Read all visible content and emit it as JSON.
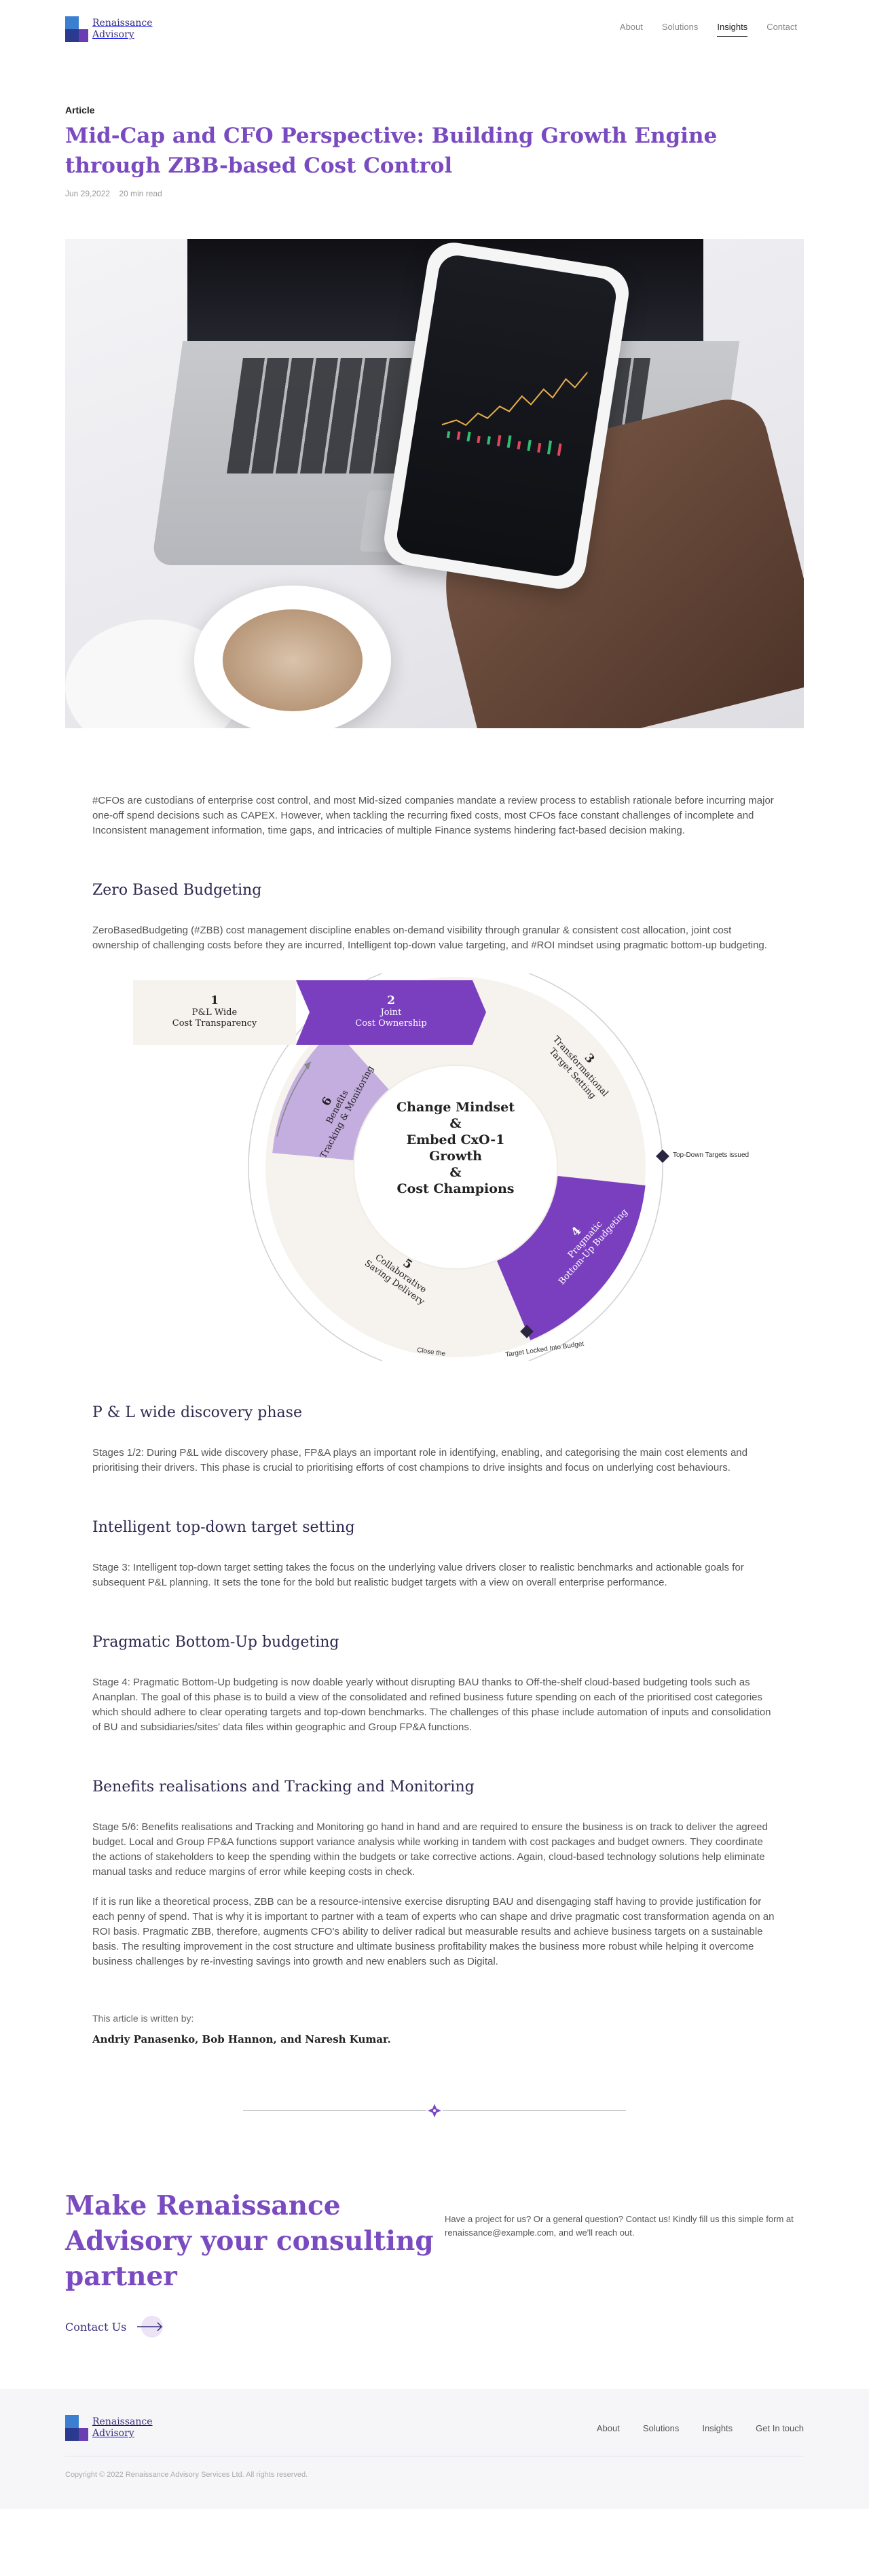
{
  "header": {
    "logo_line1": "Renaissance",
    "logo_line2": "Advisory",
    "nav": [
      {
        "label": "About"
      },
      {
        "label": "Solutions"
      },
      {
        "label": "Insights"
      },
      {
        "label": "Contact"
      }
    ]
  },
  "article": {
    "label": "Article",
    "title": "Mid-Cap and CFO Perspective: Building Growth Engine through ZBB-based Cost Control",
    "date": "Jun 29,2022",
    "read_time": "20 min read",
    "intro": "#CFOs are custodians of enterprise cost control, and most Mid-sized companies mandate a review process to establish rationale before incurring major one-off spend decisions such as CAPEX. However, when tackling the recurring fixed costs, most CFOs face constant challenges of incomplete and Inconsistent management information, time gaps, and intricacies of multiple Finance systems hindering fact-based decision making."
  },
  "sections": [
    {
      "heading": "Zero Based Budgeting",
      "text": "ZeroBasedBudgeting (#ZBB) cost management discipline enables on-demand visibility through granular & consistent cost allocation, joint cost ownership of challenging costs before they are incurred, Intelligent top-down value targeting, and #ROI mindset using pragmatic bottom-up budgeting."
    },
    {
      "heading": "P & L wide discovery phase",
      "text": "Stages 1/2: During P&L wide discovery phase, FP&A plays an important role in identifying, enabling, and categorising the main cost elements and prioritising their drivers. This phase is crucial to prioritising efforts of cost champions to drive insights and focus on underlying cost behaviours."
    },
    {
      "heading": "Intelligent top-down target setting",
      "text": "Stage 3: Intelligent top-down target setting takes the focus on the underlying value drivers closer to realistic benchmarks and actionable goals for subsequent P&L planning. It sets the tone for the bold but realistic budget targets with a view on overall enterprise performance."
    },
    {
      "heading": "Pragmatic Bottom-Up budgeting",
      "text": "Stage 4: Pragmatic Bottom-Up budgeting is now doable yearly without disrupting BAU thanks to Off-the-shelf cloud-based budgeting tools such as Ananplan. The goal of this phase is to build a view of the consolidated and refined business future spending on each of the prioritised cost categories which should adhere to clear operating targets and top-down benchmarks. The challenges of this phase include automation of inputs and consolidation of BU and subsidiaries/sites' data files within geographic and Group FP&A functions."
    },
    {
      "heading": "Benefits realisations and Tracking and Monitoring",
      "text": "Stage 5/6: Benefits realisations and Tracking and Monitoring go hand in hand and are required to ensure the business is on track to deliver the agreed budget. Local and Group FP&A functions support variance analysis while working in tandem with cost packages and budget owners. They coordinate the actions of stakeholders to keep the spending within the budgets or take corrective actions. Again, cloud-based technology solutions help eliminate manual tasks and reduce margins of error while keeping costs in check.",
      "text2": "If it is run like a theoretical process, ZBB can be a resource-intensive exercise disrupting BAU and disengaging staff having to provide justification for each penny of spend. That is why it is important to partner with a team of experts who can shape and drive pragmatic cost transformation agenda on an ROI basis. Pragmatic ZBB, therefore, augments CFO's ability to deliver radical but measurable results and achieve business targets on a sustainable basis. The resulting improvement in the cost structure and ultimate business profitability makes the business more robust while helping it overcome business challenges by re-investing savings into growth and new enablers such as Digital."
    }
  ],
  "diagram": {
    "stages": [
      {
        "num": "1",
        "line1": "P&L Wide",
        "line2": "Cost Transparency"
      },
      {
        "num": "2",
        "line1": "Joint",
        "line2": "Cost Ownership"
      },
      {
        "num": "3",
        "line1": "Transformational",
        "line2": "Target Setting"
      },
      {
        "num": "4",
        "line1": "Pragmatic",
        "line2": "Bottom-Up Budgeting"
      },
      {
        "num": "5",
        "line1": "Collaborative",
        "line2": "Saving Delivery"
      },
      {
        "num": "6",
        "line1": "Benefits",
        "line2": "Tracking & Monitoring"
      }
    ],
    "center": [
      "Change Mindset",
      "&",
      "Embed CxO-1",
      "Growth",
      "&",
      "Cost Champions"
    ],
    "marker_top": "Top-Down Targets issued",
    "marker_bottom": "Target Locked Into Budget",
    "marker_close": "Close the",
    "colors": {
      "purple": "#7a3fbf",
      "light_purple": "#c4addf",
      "beige": "#f6f3ef"
    }
  },
  "author": {
    "label": "This article is written by:",
    "names": "Andriy Panasenko, Bob Hannon, and Naresh Kumar."
  },
  "cta": {
    "title": "Make Renaissance Advisory your consulting partner",
    "text": "Have a project for us? Or a general question? Contact us! Kindly fill us this simple form at renaissance@example.com, and we'll reach out.",
    "link": "Contact Us"
  },
  "footer": {
    "nav": [
      {
        "label": "About"
      },
      {
        "label": "Solutions"
      },
      {
        "label": "Insights"
      },
      {
        "label": "Get In touch"
      }
    ],
    "copyright": "Copyright © 2022 Renaissance Advisory Services Ltd. All rights reserved."
  }
}
